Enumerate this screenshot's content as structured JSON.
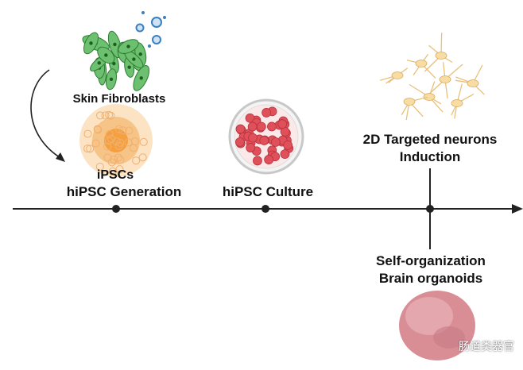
{
  "labels": {
    "skin_fibroblasts": "Skin Fibroblasts",
    "ipscs": "iPSCs",
    "hipsc_generation": "hiPSC Generation",
    "hipsc_culture": "hiPSC Culture",
    "targeted_neurons_line1": "2D Targeted neurons",
    "targeted_neurons_line2": "Induction",
    "organoids_line1": "Self-organization",
    "organoids_line2": "Brain organoids"
  },
  "watermark": "肠道类器官",
  "colors": {
    "timeline": "#222222",
    "fibroblast": "#4caf50",
    "virus": "#3a7fc0",
    "ipsc": "#f5a040",
    "culture_cell": "#e0505a",
    "neuron": "#f2cf8c",
    "organoid": "#d98e96"
  }
}
